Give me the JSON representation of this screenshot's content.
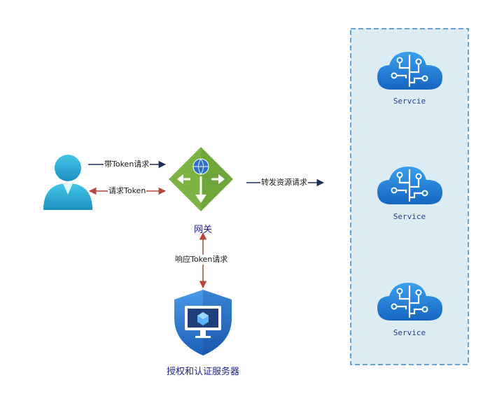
{
  "edges": {
    "with_token": "带Token请求",
    "request_token": "请求Token",
    "forward": "转发资源请求",
    "respond_token": "响应Token请求"
  },
  "nodes": {
    "gateway": "网关",
    "auth_server": "授权和认证服务器",
    "services": [
      "Servcie",
      "Service",
      "Service"
    ]
  },
  "colors": {
    "dark_arrow": "#1f2d5c",
    "red_arrow": "#b5473a",
    "service_panel_fill": "#dcecf3",
    "service_panel_border": "#3a86c8",
    "user_icon": "#2bb5d8",
    "gateway_icon": "#7cb342",
    "shield_icon": "#2f7fd3",
    "cloud_icon": "#1e7fd8"
  },
  "icons": [
    "user-icon",
    "gateway-icon",
    "shield-icon",
    "cloud-service-icon"
  ]
}
